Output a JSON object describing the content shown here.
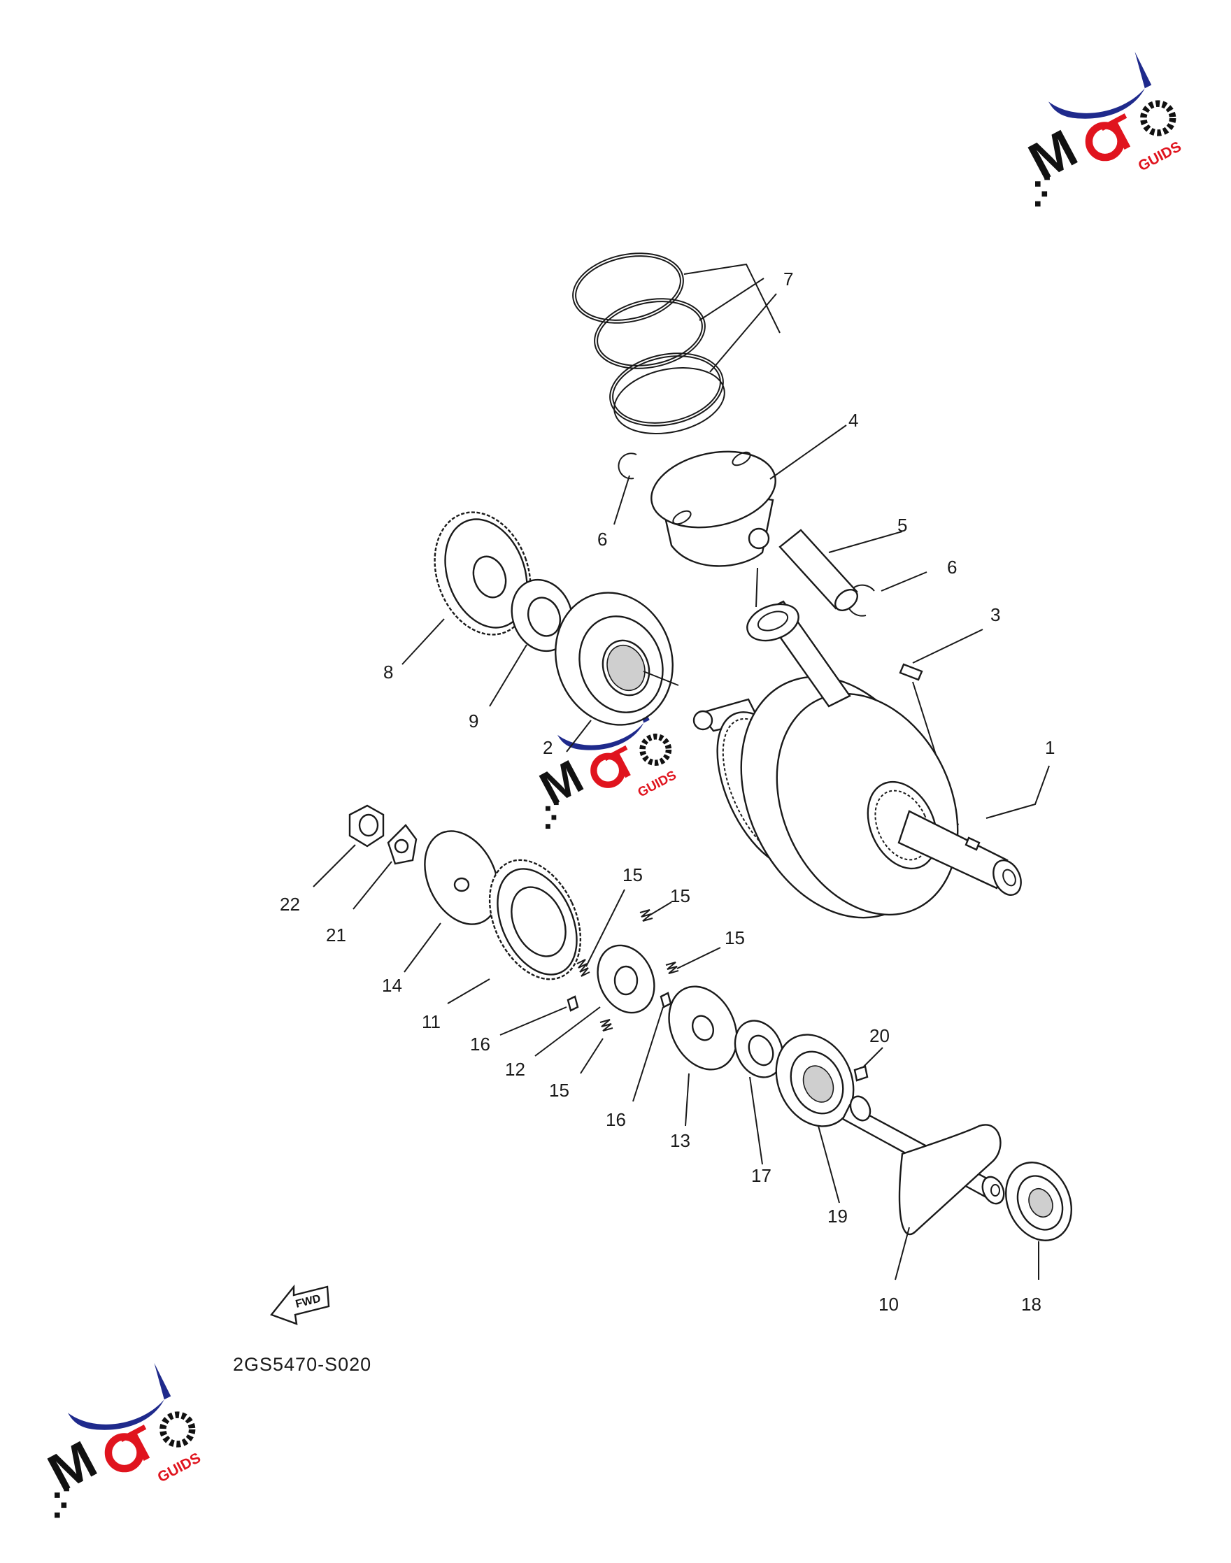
{
  "diagram_code": "2GS5470-S020",
  "fwd_label": "FWD",
  "logo": {
    "word": "MOTO",
    "suffix": "GUIDS",
    "colors": {
      "swoosh": "#1f2a8c",
      "red": "#e0141e",
      "black": "#111111"
    }
  },
  "callouts": {
    "c1": "1",
    "c2": "2",
    "c3": "3",
    "c4": "4",
    "c5": "5",
    "c6a": "6",
    "c6b": "6",
    "c7": "7",
    "c8": "8",
    "c9": "9",
    "c10": "10",
    "c11": "11",
    "c12": "12",
    "c13": "13",
    "c14": "14",
    "c15a": "15",
    "c15b": "15",
    "c15c": "15",
    "c15d": "15",
    "c16a": "16",
    "c16b": "16",
    "c17": "17",
    "c18": "18",
    "c19": "19",
    "c20": "20",
    "c21": "21",
    "c22": "22"
  }
}
